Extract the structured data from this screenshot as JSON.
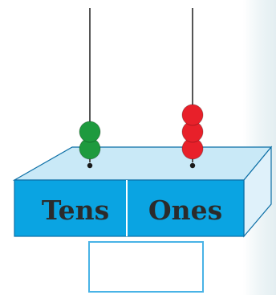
{
  "abacus": {
    "places": [
      {
        "label": "Tens",
        "beads": 2,
        "bead_color": "#1e9a3e"
      },
      {
        "label": "Ones",
        "beads": 3,
        "bead_color": "#e8202a"
      }
    ],
    "answer_box_value": ""
  },
  "colors": {
    "box_front": "#0aa4e2",
    "box_top": "#c9e9f7",
    "box_side": "#dff1fa",
    "box_edge": "#0c6fa6",
    "rod": "#555555",
    "answer_box_border": "#49b3e6"
  }
}
